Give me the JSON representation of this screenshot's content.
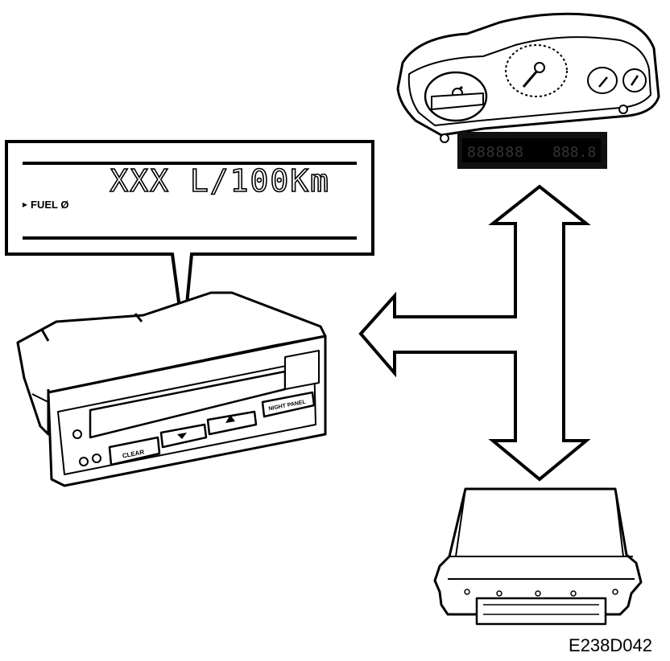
{
  "callout": {
    "display_reading": "XXX L/100Km",
    "menu_item": "FUEL Ø",
    "menu_marker": "▸"
  },
  "info_display": {
    "buttons": {
      "clear": "CLEAR",
      "night_panel": "NIGHT PANEL"
    },
    "icons": [
      "arrow-down-icon",
      "arrow-up-icon"
    ]
  },
  "instrument_cluster": {
    "odometer_segments": "888888",
    "trip_segments": "888.8"
  },
  "figure_code": "E238D042",
  "colors": {
    "ink": "#000000",
    "paper": "#ffffff",
    "display_bg": "#111111",
    "segment": "#333333"
  }
}
